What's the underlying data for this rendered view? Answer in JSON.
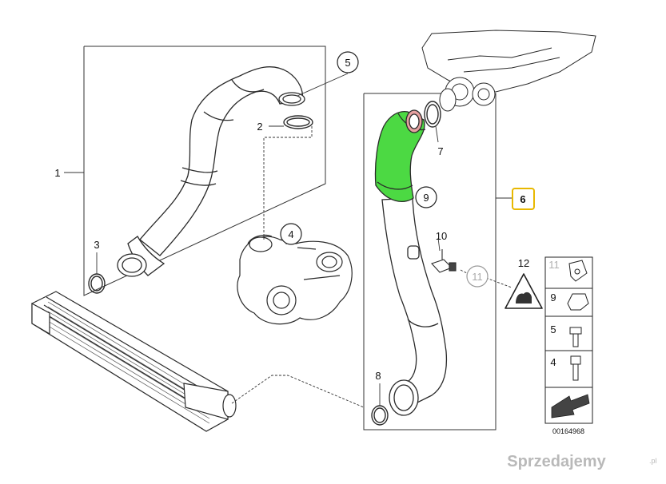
{
  "callouts": {
    "c1": "1",
    "c2": "2",
    "c3": "3",
    "c4": "4",
    "c5": "5",
    "c6": "6",
    "c7": "7",
    "c8": "8",
    "c9": "9",
    "c10": "10",
    "c11": "11",
    "c12": "12"
  },
  "legend": {
    "rows": [
      {
        "num": "11"
      },
      {
        "num": "9"
      },
      {
        "num": "5"
      },
      {
        "num": "4"
      }
    ],
    "diagram_number": "00164968"
  },
  "watermark": "Sprzedajemy",
  "watermark_suffix": ".pl",
  "colors": {
    "highlight_green": "#4cd943",
    "callout_6_border": "#e8b800",
    "line": "#2a2a2a"
  }
}
